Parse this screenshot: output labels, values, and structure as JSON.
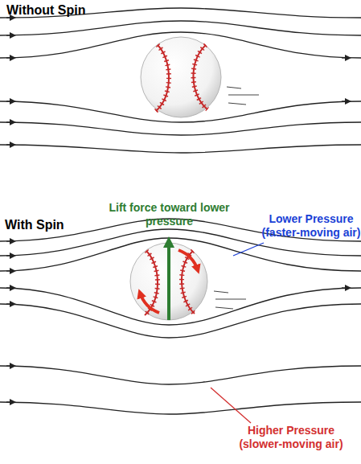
{
  "diagram": {
    "labels": [
      "Without Spin",
      "With Spin",
      "Lift force toward lower pressure",
      "Lower Pressure (faster-moving air)",
      "Higher Pressure (slower-moving air)"
    ]
  }
}
